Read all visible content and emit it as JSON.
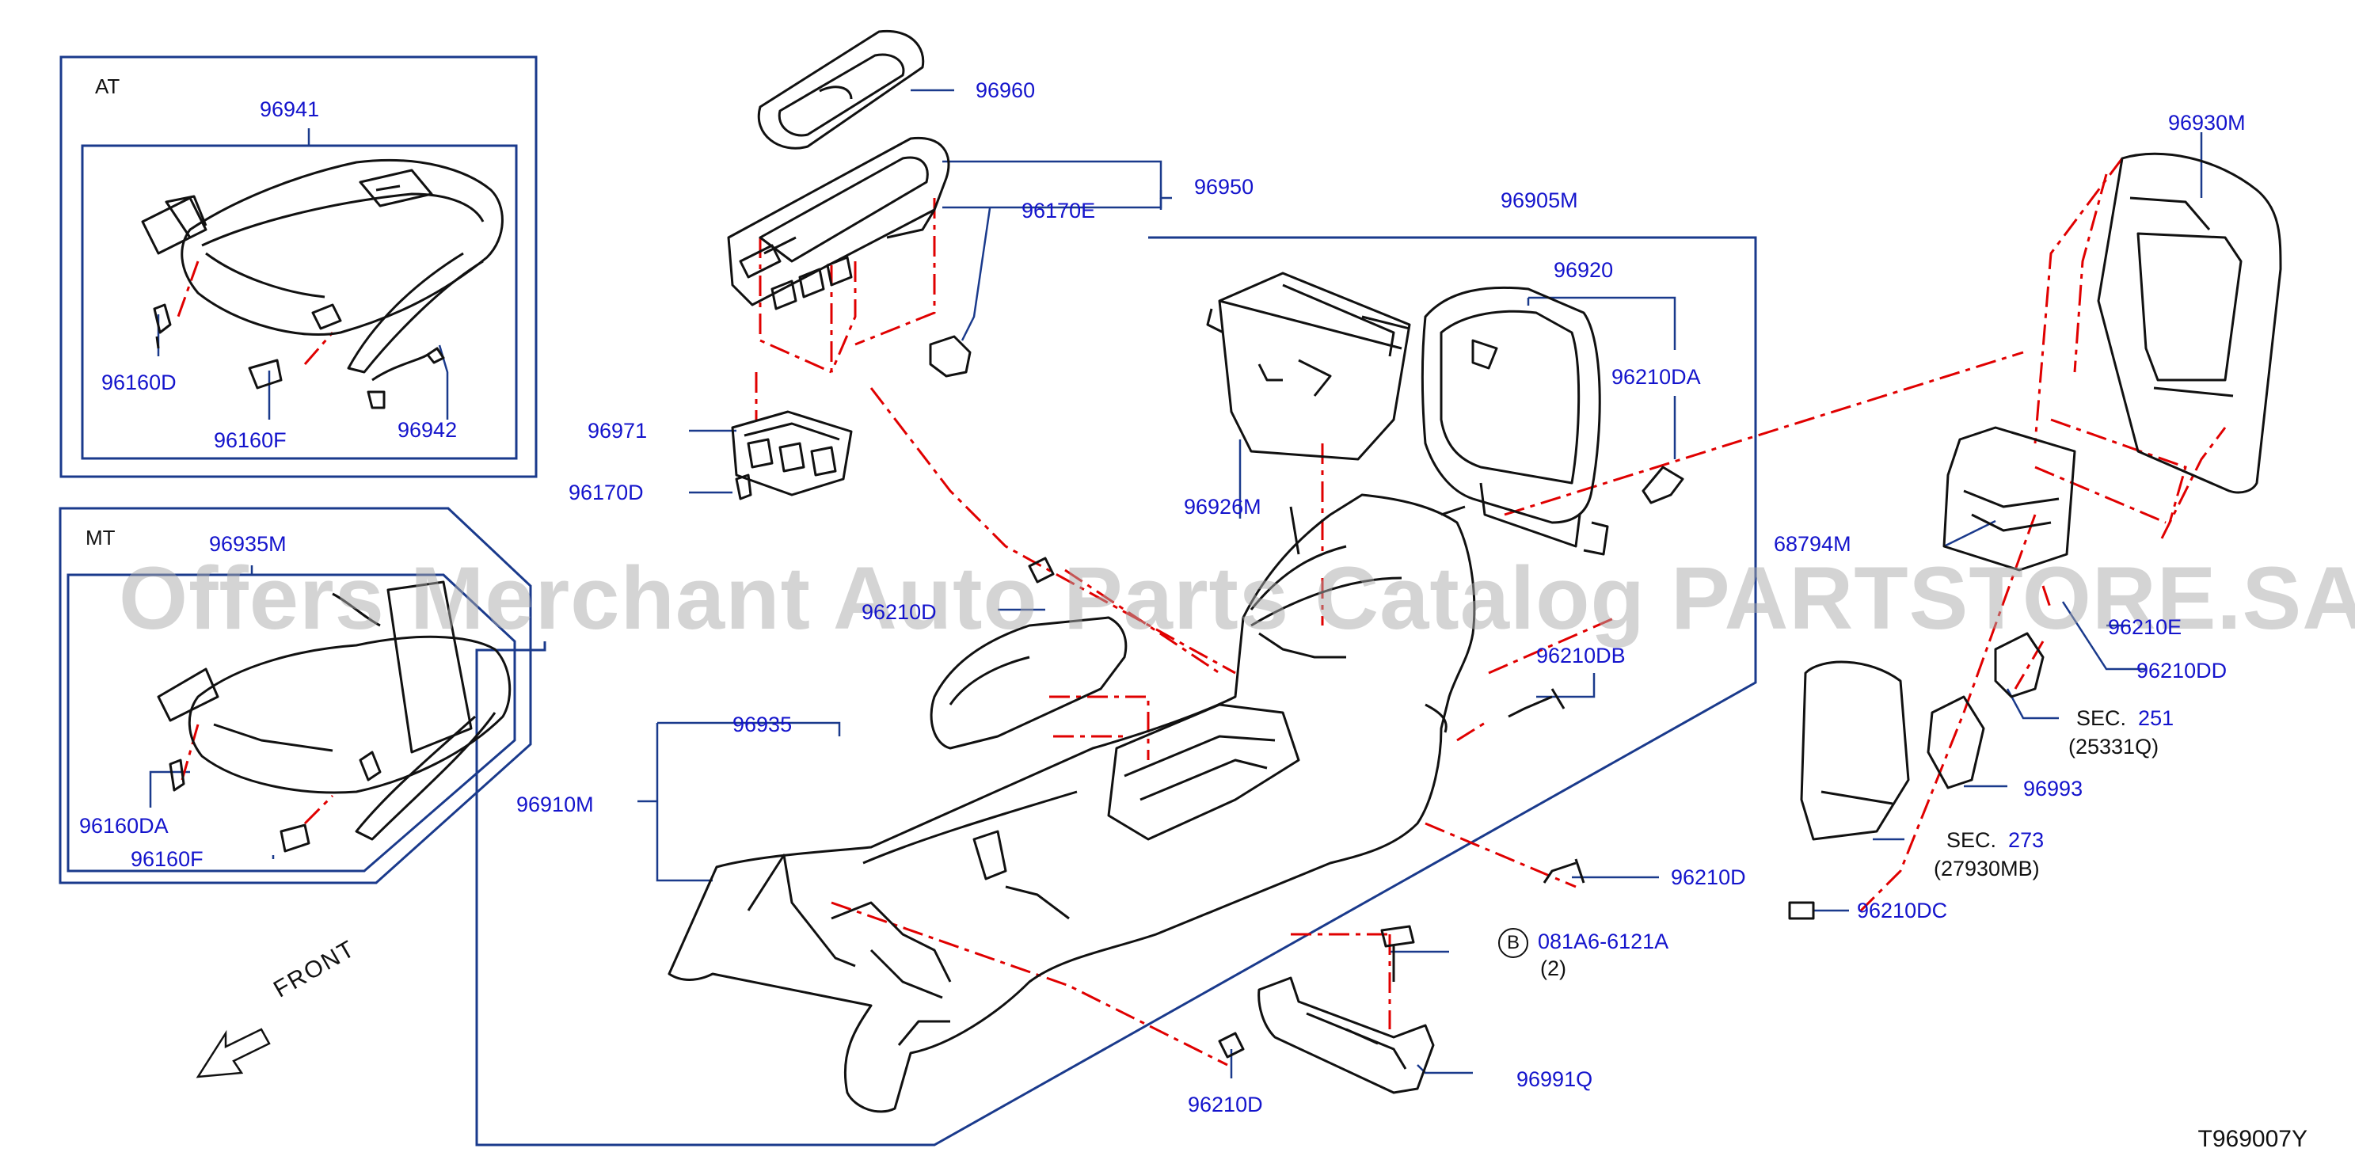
{
  "diagram_id": "T969007Y",
  "watermark": "Offers Merchant Auto Parts Catalog PARTSTORE.SA",
  "front_label": "FRONT",
  "boxes": {
    "at": "AT",
    "mt": "MT"
  },
  "labels": {
    "p96941": "96941",
    "p96160D": "96160D",
    "p96160F_at": "96160F",
    "p96942": "96942",
    "p96935M": "96935M",
    "p96160DA": "96160DA",
    "p96160F_mt": "96160F",
    "p96960": "96960",
    "p96950": "96950",
    "p96170E": "96170E",
    "p96971": "96971",
    "p96170D": "96170D",
    "p96905M": "96905M",
    "p96920": "96920",
    "p96210DA": "96210DA",
    "p96926M": "96926M",
    "p96210D_left": "96210D",
    "p96210DB": "96210DB",
    "p96935": "96935",
    "p96910M": "96910M",
    "p96210D_right": "96210D",
    "p081A6": "081A6-6121A",
    "p081A6_qty": "(2)",
    "bolt_marker": "B",
    "p96991Q": "96991Q",
    "p96210D_bottom": "96210D",
    "p96930M": "96930M",
    "p68794M": "68794M",
    "p96210E": "96210E",
    "p96210DD": "96210DD",
    "sec_word_1": "SEC.",
    "sec_num_1": "251",
    "sec_ref_1": "(25331Q)",
    "p96993": "96993",
    "sec_word_2": "SEC.",
    "sec_num_2": "273",
    "sec_ref_2": "(27930MB)",
    "p96210DC": "96210DC"
  },
  "colors": {
    "label_blue": "#1414cc",
    "box_blue": "#1a3a8c",
    "dash_red": "#e00000",
    "ink": "#111111",
    "watermark": "#aaaaaa"
  }
}
